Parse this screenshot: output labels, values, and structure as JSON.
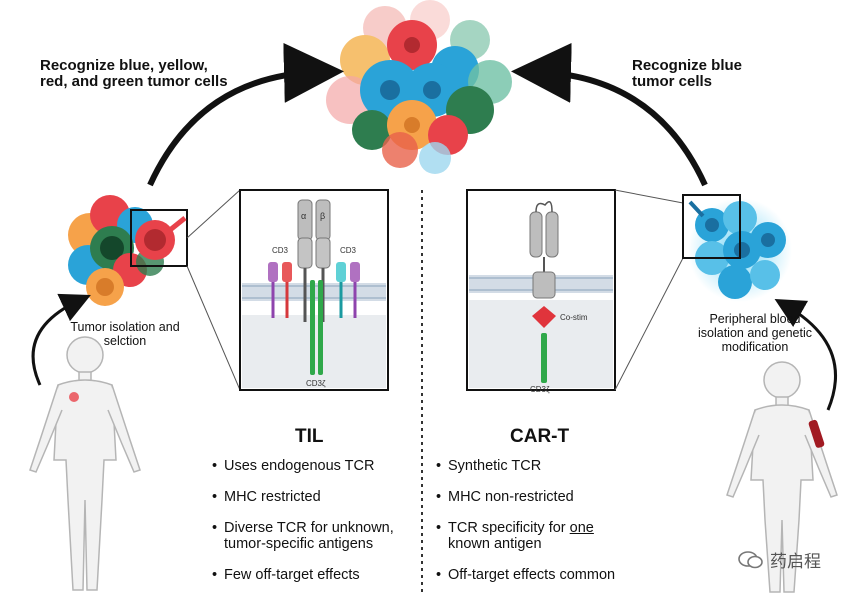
{
  "left_caption": "Recognize blue, yellow, red, and green tumor cells",
  "left_caption_lines": [
    "Recognize blue, yellow,",
    "red, and green tumor cells"
  ],
  "right_caption_lines": [
    "Recognize blue",
    "tumor cells"
  ],
  "tumor_isolation_lines": [
    "Tumor isolation and",
    "selction"
  ],
  "peripheral_lines": [
    "Peripheral blood",
    "isolation and genetic",
    "modification"
  ],
  "til": {
    "title": "TIL",
    "alpha": "α",
    "beta": "β",
    "cd3_left": "CD3",
    "cd3_right": "CD3",
    "cd3z": "CD3ζ",
    "points": [
      {
        "text": "Uses endogenous TCR"
      },
      {
        "text": "MHC restricted"
      },
      {
        "lines": [
          "Diverse TCR for unknown,",
          "tumor-specific antigens"
        ]
      },
      {
        "text": "Few off-target effects"
      }
    ]
  },
  "cart": {
    "title": "CAR-T",
    "costim": "Co-stim",
    "cd3z": "CD3ζ",
    "points": [
      {
        "text": "Synthetic TCR"
      },
      {
        "text": "MHC non-restricted"
      },
      {
        "pre": "TCR specificity for ",
        "underlined": "one",
        "line2": "known antigen"
      },
      {
        "text": "Off-target effects common"
      }
    ]
  },
  "watermark": "药启程",
  "colors": {
    "blue": "#2aa3d8",
    "red": "#e8424a",
    "yellow": "#f6a24a",
    "green": "#2e7d4f",
    "membrane": "#c9d4df",
    "cd3z_green": "#2fa84a",
    "costim_red": "#e0343c"
  }
}
